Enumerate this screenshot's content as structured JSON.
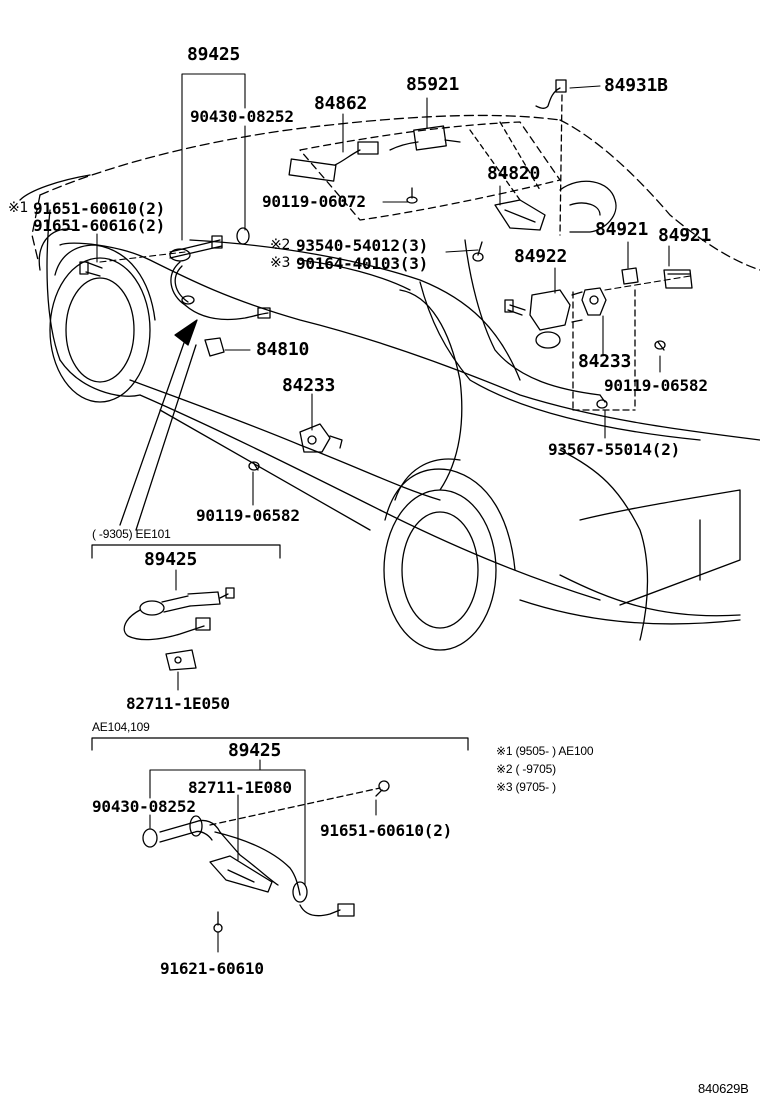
{
  "labels": {
    "p89425_top": "89425",
    "p90430_top": "90430-08252",
    "p84862": "84862",
    "p85921": "85921",
    "p84931b": "84931B",
    "p84820": "84820",
    "p90119_06072": "90119-06072",
    "mark1a": "※1",
    "p91651_60610_top": "91651-60610(2)",
    "p91651_60616": "91651-60616(2)",
    "mark2": "※2",
    "mark3": "※3",
    "p93540": "93540-54012(3)",
    "p90164": "90164-40103(3)",
    "p84921_a": "84921",
    "p84921_b": "84921",
    "p84922": "84922",
    "p84233_right": "84233",
    "p90119_06582_right": "90119-06582",
    "p93567": "93567-55014(2)",
    "p84810": "84810",
    "p84233_mid": "84233",
    "p90119_06582_mid": "90119-06582",
    "ee101_note": "(   -9305) EE101",
    "p89425_mid": "89425",
    "p82711_1e050": "82711-1E050",
    "ae104_note": "AE104,109",
    "p89425_bot": "89425",
    "p82711_1e080": "82711-1E080",
    "p90430_bot": "90430-08252",
    "p91651_60610_bot": "91651-60610(2)",
    "p91621": "91621-60610",
    "note1": "※1 (9505-     ) AE100",
    "note2": "※2 (     -9705)",
    "note3": "※3 (9705-     )",
    "figure_code": "840629B"
  }
}
